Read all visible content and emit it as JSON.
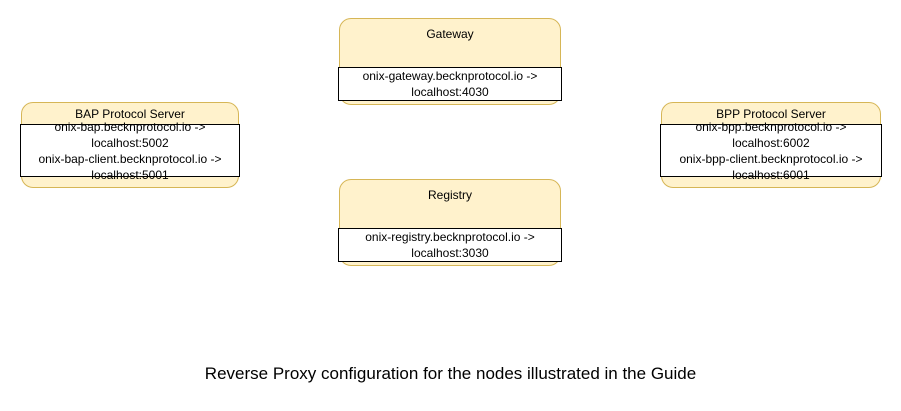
{
  "diagram": {
    "background_color": "#ffffff",
    "node_fill_color": "#fff2cc",
    "node_border_color": "#d6b656",
    "body_border_color": "#000000",
    "text_color": "#000000",
    "caption": "Reverse Proxy configuration for the nodes illustrated in the Guide",
    "nodes": [
      {
        "id": "gateway",
        "title": "Gateway",
        "mappings": [
          {
            "line1": "onix-gateway.becknprotocol.io ->",
            "line2": "localhost:4030"
          }
        ]
      },
      {
        "id": "registry",
        "title": "Registry",
        "mappings": [
          {
            "line1": "onix-registry.becknprotocol.io ->",
            "line2": "localhost:3030"
          }
        ]
      },
      {
        "id": "bap",
        "title": "BAP Protocol Server",
        "mappings": [
          {
            "line1": "onix-bap.becknprotocol.io ->",
            "line2": "localhost:5002"
          },
          {
            "line1": "onix-bap-client.becknprotocol.io ->",
            "line2": "localhost:5001"
          }
        ]
      },
      {
        "id": "bpp",
        "title": "BPP Protocol Server",
        "mappings": [
          {
            "line1": "onix-bpp.becknprotocol.io ->",
            "line2": "localhost:6002"
          },
          {
            "line1": "onix-bpp-client.becknprotocol.io ->",
            "line2": "localhost:6001"
          }
        ]
      }
    ]
  }
}
